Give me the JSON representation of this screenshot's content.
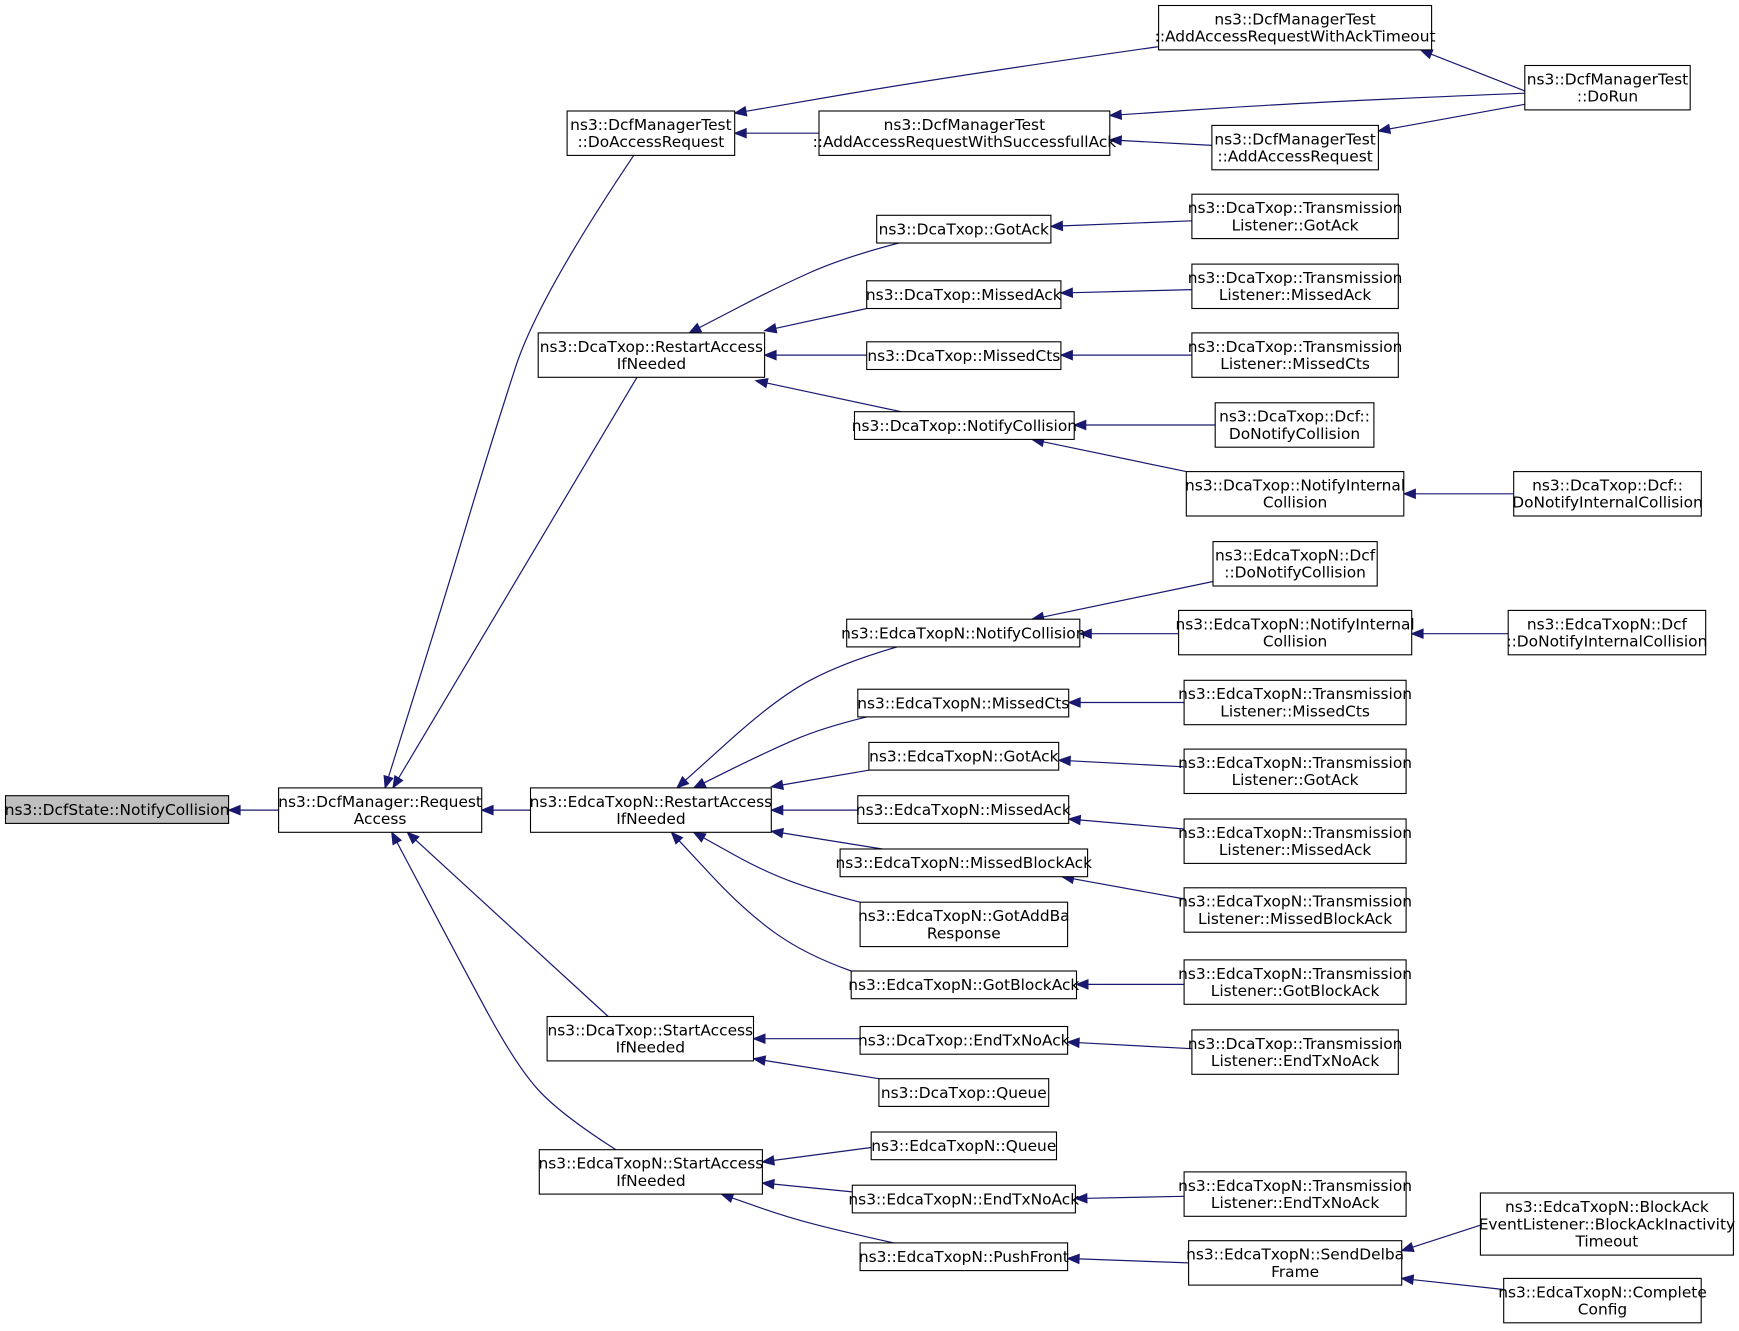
{
  "colors": {
    "edge": "#191970",
    "node_fill": "#ffffff",
    "node_stroke": "#000000",
    "root_fill": "#bfbfbf",
    "text": "#000000"
  },
  "nodes": [
    {
      "id": "n0",
      "lines": [
        "ns3::DcfState::NotifyCollision"
      ],
      "root": true
    },
    {
      "id": "n1",
      "lines": [
        "ns3::DcfManager::Request",
        "Access"
      ]
    },
    {
      "id": "n2",
      "lines": [
        "ns3::DcfManagerTest",
        "::DoAccessRequest"
      ]
    },
    {
      "id": "n3",
      "lines": [
        "ns3::DcfManagerTest",
        "::AddAccessRequestWithAckTimeout"
      ]
    },
    {
      "id": "n4",
      "lines": [
        "ns3::DcfManagerTest",
        "::AddAccessRequestWithSuccessfullAck"
      ]
    },
    {
      "id": "n5",
      "lines": [
        "ns3::DcfManagerTest",
        "::DoRun"
      ]
    },
    {
      "id": "n6",
      "lines": [
        "ns3::DcfManagerTest",
        "::AddAccessRequest"
      ]
    },
    {
      "id": "n7",
      "lines": [
        "ns3::DcaTxop::RestartAccess",
        "IfNeeded"
      ]
    },
    {
      "id": "n8",
      "lines": [
        "ns3::DcaTxop::GotAck"
      ]
    },
    {
      "id": "n9",
      "lines": [
        "ns3::DcaTxop::Transmission",
        "Listener::GotAck"
      ]
    },
    {
      "id": "n10",
      "lines": [
        "ns3::DcaTxop::MissedAck"
      ]
    },
    {
      "id": "n11",
      "lines": [
        "ns3::DcaTxop::Transmission",
        "Listener::MissedAck"
      ]
    },
    {
      "id": "n12",
      "lines": [
        "ns3::DcaTxop::MissedCts"
      ]
    },
    {
      "id": "n13",
      "lines": [
        "ns3::DcaTxop::Transmission",
        "Listener::MissedCts"
      ]
    },
    {
      "id": "n14",
      "lines": [
        "ns3::DcaTxop::NotifyCollision"
      ]
    },
    {
      "id": "n15",
      "lines": [
        "ns3::DcaTxop::Dcf::",
        "DoNotifyCollision"
      ]
    },
    {
      "id": "n16",
      "lines": [
        "ns3::DcaTxop::NotifyInternal",
        "Collision"
      ]
    },
    {
      "id": "n17",
      "lines": [
        "ns3::DcaTxop::Dcf::",
        "DoNotifyInternalCollision"
      ]
    },
    {
      "id": "n18",
      "lines": [
        "ns3::EdcaTxopN::RestartAccess",
        "IfNeeded"
      ]
    },
    {
      "id": "n19",
      "lines": [
        "ns3::EdcaTxopN::NotifyCollision"
      ]
    },
    {
      "id": "n20",
      "lines": [
        "ns3::EdcaTxopN::Dcf",
        "::DoNotifyCollision"
      ]
    },
    {
      "id": "n21",
      "lines": [
        "ns3::EdcaTxopN::NotifyInternal",
        "Collision"
      ]
    },
    {
      "id": "n22",
      "lines": [
        "ns3::EdcaTxopN::Dcf",
        "::DoNotifyInternalCollision"
      ]
    },
    {
      "id": "n23",
      "lines": [
        "ns3::EdcaTxopN::MissedCts"
      ]
    },
    {
      "id": "n24",
      "lines": [
        "ns3::EdcaTxopN::Transmission",
        "Listener::MissedCts"
      ]
    },
    {
      "id": "n25",
      "lines": [
        "ns3::EdcaTxopN::GotAck"
      ]
    },
    {
      "id": "n26",
      "lines": [
        "ns3::EdcaTxopN::Transmission",
        "Listener::GotAck"
      ]
    },
    {
      "id": "n27",
      "lines": [
        "ns3::EdcaTxopN::MissedAck"
      ]
    },
    {
      "id": "n28",
      "lines": [
        "ns3::EdcaTxopN::Transmission",
        "Listener::MissedAck"
      ]
    },
    {
      "id": "n29",
      "lines": [
        "ns3::EdcaTxopN::MissedBlockAck"
      ]
    },
    {
      "id": "n30",
      "lines": [
        "ns3::EdcaTxopN::Transmission",
        "Listener::MissedBlockAck"
      ]
    },
    {
      "id": "n31",
      "lines": [
        "ns3::EdcaTxopN::GotAddBa",
        "Response"
      ]
    },
    {
      "id": "n32",
      "lines": [
        "ns3::EdcaTxopN::GotBlockAck"
      ]
    },
    {
      "id": "n33",
      "lines": [
        "ns3::EdcaTxopN::Transmission",
        "Listener::GotBlockAck"
      ]
    },
    {
      "id": "n34",
      "lines": [
        "ns3::DcaTxop::StartAccess",
        "IfNeeded"
      ]
    },
    {
      "id": "n35",
      "lines": [
        "ns3::DcaTxop::EndTxNoAck"
      ]
    },
    {
      "id": "n36",
      "lines": [
        "ns3::DcaTxop::Transmission",
        "Listener::EndTxNoAck"
      ]
    },
    {
      "id": "n37",
      "lines": [
        "ns3::DcaTxop::Queue"
      ]
    },
    {
      "id": "n38",
      "lines": [
        "ns3::EdcaTxopN::StartAccess",
        "IfNeeded"
      ]
    },
    {
      "id": "n39",
      "lines": [
        "ns3::EdcaTxopN::Queue"
      ]
    },
    {
      "id": "n40",
      "lines": [
        "ns3::EdcaTxopN::EndTxNoAck"
      ]
    },
    {
      "id": "n41",
      "lines": [
        "ns3::EdcaTxopN::Transmission",
        "Listener::EndTxNoAck"
      ]
    },
    {
      "id": "n42",
      "lines": [
        "ns3::EdcaTxopN::PushFront"
      ]
    },
    {
      "id": "n43",
      "lines": [
        "ns3::EdcaTxopN::SendDelba",
        "Frame"
      ]
    },
    {
      "id": "n44",
      "lines": [
        "ns3::EdcaTxopN::BlockAck",
        "EventListener::BlockAckInactivity",
        "Timeout"
      ]
    },
    {
      "id": "n45",
      "lines": [
        "ns3::EdcaTxopN::Complete",
        "Config"
      ]
    }
  ],
  "edges": [
    {
      "from": "n1",
      "to": "n0"
    },
    {
      "from": "n2",
      "to": "n1"
    },
    {
      "from": "n3",
      "to": "n2"
    },
    {
      "from": "n5",
      "to": "n3"
    },
    {
      "from": "n4",
      "to": "n2"
    },
    {
      "from": "n5",
      "to": "n4"
    },
    {
      "from": "n6",
      "to": "n4"
    },
    {
      "from": "n5",
      "to": "n6"
    },
    {
      "from": "n7",
      "to": "n1"
    },
    {
      "from": "n8",
      "to": "n7"
    },
    {
      "from": "n9",
      "to": "n8"
    },
    {
      "from": "n10",
      "to": "n7"
    },
    {
      "from": "n11",
      "to": "n10"
    },
    {
      "from": "n12",
      "to": "n7"
    },
    {
      "from": "n13",
      "to": "n12"
    },
    {
      "from": "n14",
      "to": "n7"
    },
    {
      "from": "n15",
      "to": "n14"
    },
    {
      "from": "n16",
      "to": "n14"
    },
    {
      "from": "n17",
      "to": "n16"
    },
    {
      "from": "n18",
      "to": "n1"
    },
    {
      "from": "n19",
      "to": "n18"
    },
    {
      "from": "n20",
      "to": "n19"
    },
    {
      "from": "n21",
      "to": "n19"
    },
    {
      "from": "n22",
      "to": "n21"
    },
    {
      "from": "n23",
      "to": "n18"
    },
    {
      "from": "n24",
      "to": "n23"
    },
    {
      "from": "n25",
      "to": "n18"
    },
    {
      "from": "n26",
      "to": "n25"
    },
    {
      "from": "n27",
      "to": "n18"
    },
    {
      "from": "n28",
      "to": "n27"
    },
    {
      "from": "n29",
      "to": "n18"
    },
    {
      "from": "n30",
      "to": "n29"
    },
    {
      "from": "n31",
      "to": "n18"
    },
    {
      "from": "n32",
      "to": "n18"
    },
    {
      "from": "n33",
      "to": "n32"
    },
    {
      "from": "n34",
      "to": "n1"
    },
    {
      "from": "n35",
      "to": "n34"
    },
    {
      "from": "n36",
      "to": "n35"
    },
    {
      "from": "n37",
      "to": "n34"
    },
    {
      "from": "n38",
      "to": "n1"
    },
    {
      "from": "n39",
      "to": "n38"
    },
    {
      "from": "n40",
      "to": "n38"
    },
    {
      "from": "n41",
      "to": "n40"
    },
    {
      "from": "n42",
      "to": "n38"
    },
    {
      "from": "n43",
      "to": "n42"
    },
    {
      "from": "n44",
      "to": "n43"
    },
    {
      "from": "n45",
      "to": "n43"
    }
  ]
}
